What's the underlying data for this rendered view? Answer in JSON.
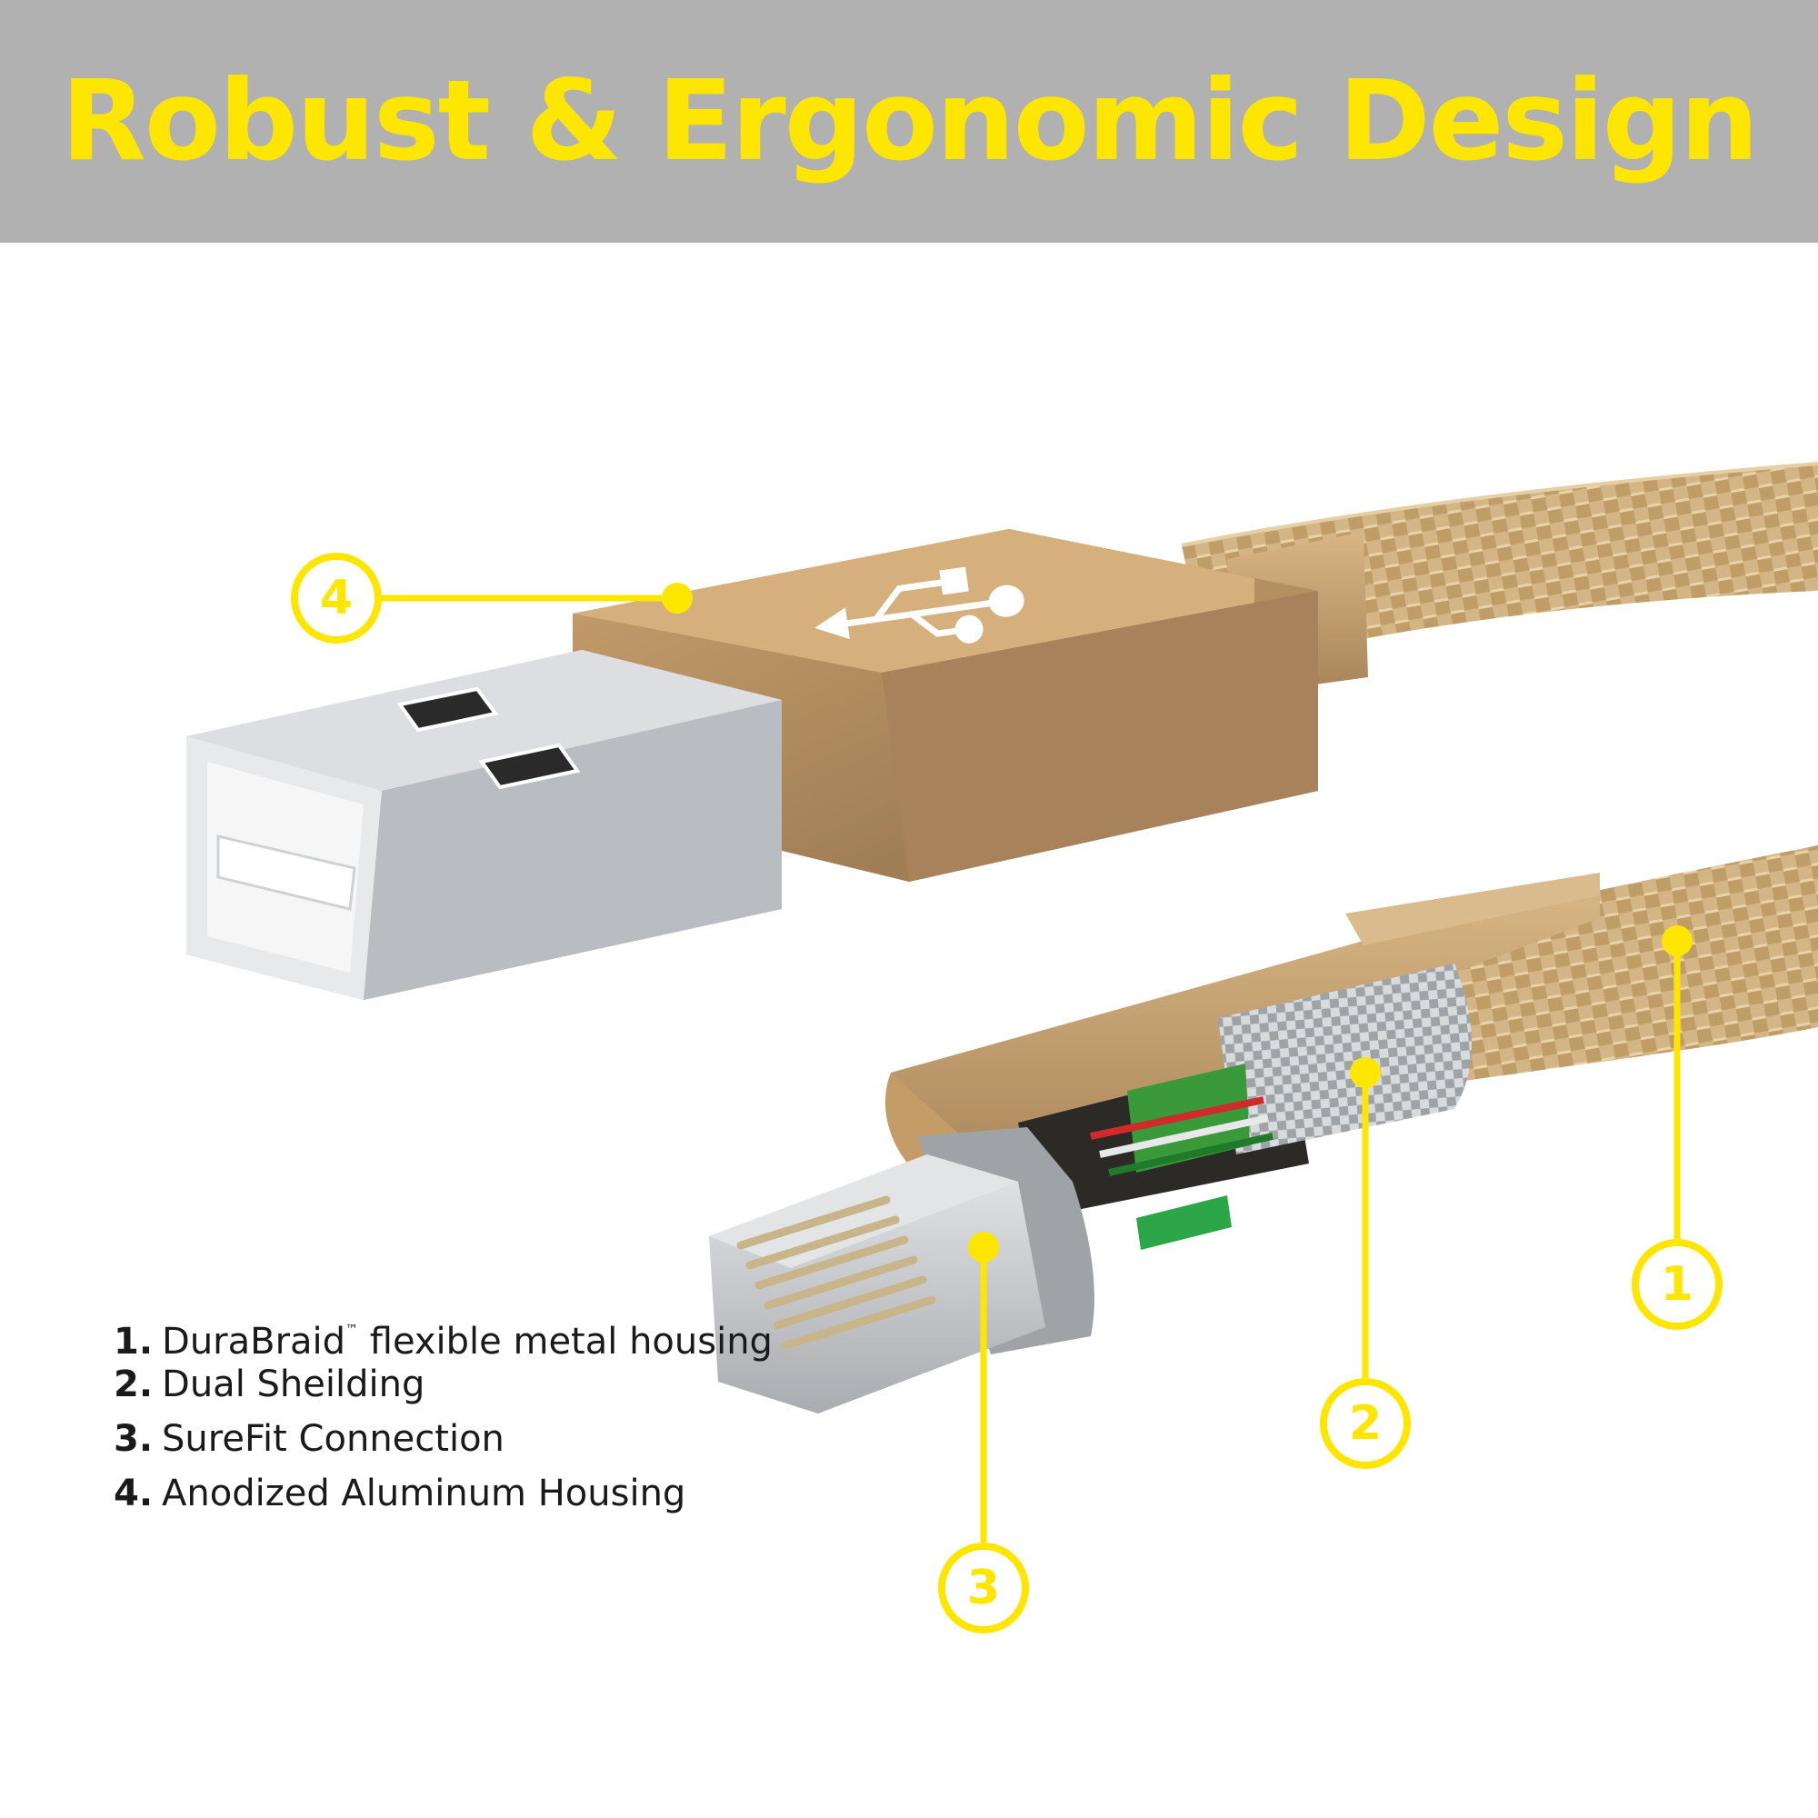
{
  "header": {
    "title": "Robust & Ergonomic Design"
  },
  "colors": {
    "banner": "#b1b1b1",
    "accent": "#ffe600",
    "gold": "#c9a56e",
    "silver": "#c5c7ca"
  },
  "callouts": [
    "1",
    "2",
    "3",
    "4"
  ],
  "features": [
    {
      "number": "1.",
      "text": "DuraBraid",
      "trademark": "™",
      "suffix": " flexible metal housing"
    },
    {
      "number": "2.",
      "text": "Dual Sheilding"
    },
    {
      "number": "3.",
      "text": "SureFit Connection"
    },
    {
      "number": "4.",
      "text": "Anodized Aluminum Housing"
    }
  ],
  "icons": [
    "usb-trident-icon"
  ]
}
